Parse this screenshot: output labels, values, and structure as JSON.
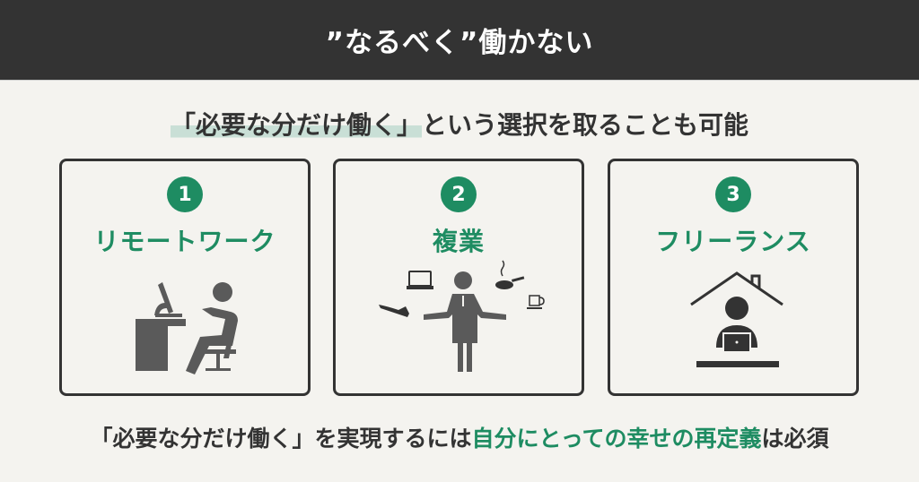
{
  "header": {
    "title": "”なるべく”働かない"
  },
  "subtitle": {
    "highlight": "「必要な分だけ働く」",
    "rest": "という選択を取ることも可能"
  },
  "cards": [
    {
      "number": "1",
      "label": "リモートワーク",
      "icon": "remote-work-icon"
    },
    {
      "number": "2",
      "label": "複業",
      "icon": "multiple-jobs-icon"
    },
    {
      "number": "3",
      "label": "フリーランス",
      "icon": "freelance-icon"
    }
  ],
  "footer": {
    "part1": "「必要な分だけ働く」を実現するには",
    "emphasis": "自分にとっての幸せの再定義",
    "part2": "は必須"
  },
  "colors": {
    "accent": "#1e8c62",
    "header_bg": "#333333",
    "background": "#f4f3ef",
    "highlight": "#c9dfd6",
    "icon": "#5a5a5a"
  }
}
